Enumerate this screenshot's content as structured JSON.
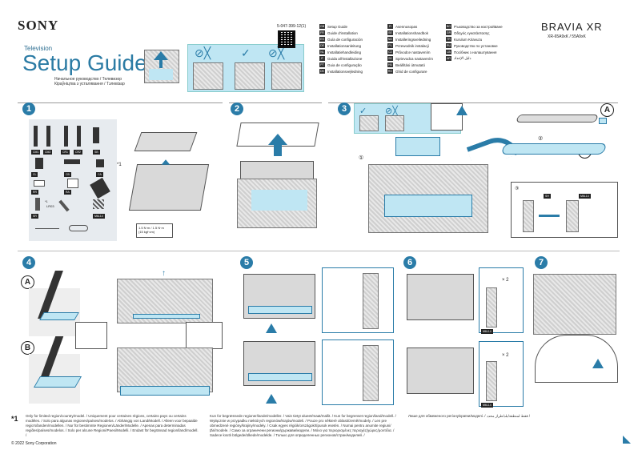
{
  "brand": "SONY",
  "category": "Television",
  "title": "Setup Guide",
  "subtitles": [
    "Начальное руководство / Телевизор",
    "Кіраўніцтва з усталявання / Тэлевізар"
  ],
  "doc_number": "5-047-399-12(1)",
  "product": "BRAVIA XR",
  "models": "XR-65A9xK / 55A9xK",
  "languages": [
    {
      "code": "GB",
      "name": "Setup Guide"
    },
    {
      "code": "FR",
      "name": "Guide d'installation"
    },
    {
      "code": "ES",
      "name": "Guía de configuración"
    },
    {
      "code": "DE",
      "name": "Installationsanleitung"
    },
    {
      "code": "NL",
      "name": "Installatiehandleiding"
    },
    {
      "code": "IT",
      "name": "Guida all'installazione"
    },
    {
      "code": "PT",
      "name": "Guia de configuração"
    },
    {
      "code": "DK",
      "name": "Installationsvejledning"
    },
    {
      "code": "FI",
      "name": "Asennusopas"
    },
    {
      "code": "SE",
      "name": "Installationshandbok"
    },
    {
      "code": "NO",
      "name": "Installeringsveiledning"
    },
    {
      "code": "PL",
      "name": "Przewodnik instalacji"
    },
    {
      "code": "CZ",
      "name": "Průvodce nastavením"
    },
    {
      "code": "SK",
      "name": "Sprievodca nastavením"
    },
    {
      "code": "HU",
      "name": "Beállítási útmutató"
    },
    {
      "code": "RO",
      "name": "Ghid de configurare"
    },
    {
      "code": "BG",
      "name": "Ръководство за настройване"
    },
    {
      "code": "GR",
      "name": "Οδηγός εγκατάστασης"
    },
    {
      "code": "TR",
      "name": "Kurulum Kılavuzu"
    },
    {
      "code": "RU",
      "name": "Руководство по установке"
    },
    {
      "code": "UA",
      "name": "Посібник з налаштування"
    },
    {
      "code": "AR",
      "name": "دليل الإعداد"
    }
  ],
  "steps": {
    "s1": "1",
    "s2": "2",
    "s3": "3",
    "s4": "4",
    "s5": "5",
    "s6": "6",
    "s7": "7"
  },
  "letters": {
    "a": "A",
    "b": "B"
  },
  "parts": [
    "CM1",
    "CM2",
    "CR1",
    "CR2",
    "SB",
    "CL",
    "CB",
    "CA",
    "RR",
    "RA",
    "SR",
    "LR03",
    "M6L14",
    "SH"
  ],
  "torque": "1.5 N·m / 1.5 N·m\n(15 kgf·cm)",
  "x2": "× 2",
  "step3_sub": "①",
  "step3_rotate": "②",
  "step3_circle3": "③",
  "asterisk": "*1",
  "footnote_left": "Only for limited region/country/model. / Uniquement pour certaines régions, certains pays ou certains modèles. / Solo para algunas regiones/países/modelos. / Abhängig von Land/Modell. / Alleen voor bepaalde regio's/landen/modellen. / Nur für bestimmte Regionen/Länder/Modelle. / Apenas para determinadas regiões/países/modelos. / Solo per alcune Regioni/Paesi/Modelli. / Endast för begränsad region/land/modell. /",
  "footnote_mid": "Kun for begrænsede regioner/lande/modeller. / Vain tietyt alueet/maat/mallit. / Kun for begrenset region/land/modell. / Wyłącznie w przypadku niektórych regionów/krajów/modeli. / Pouze pro některé oblasti/země/modely. / Len pre obmedzené regióny/krajiny/modely. / Csak egyes régiók/országok/típusok esetén. / Numai pentru anumite regiuni/țări/modele. / Само за ограничени региони/държави/модели. / Μόνο για περιορισμένες περιοχές/χώρες/μοντέλα. / Sadece kısıtlı bölgede/ülkede/modelde. / Только для определенных регионов/стран/моделей. /",
  "footnote_right": "Лише для обмеженого регіону/країни/моделі. / فقط لمنطقة/بلد/طراز محدد /",
  "copyright": "© 2022 Sony Corporation",
  "colors": {
    "accent": "#2a7ca8",
    "light_blue": "#bfe6f3"
  }
}
